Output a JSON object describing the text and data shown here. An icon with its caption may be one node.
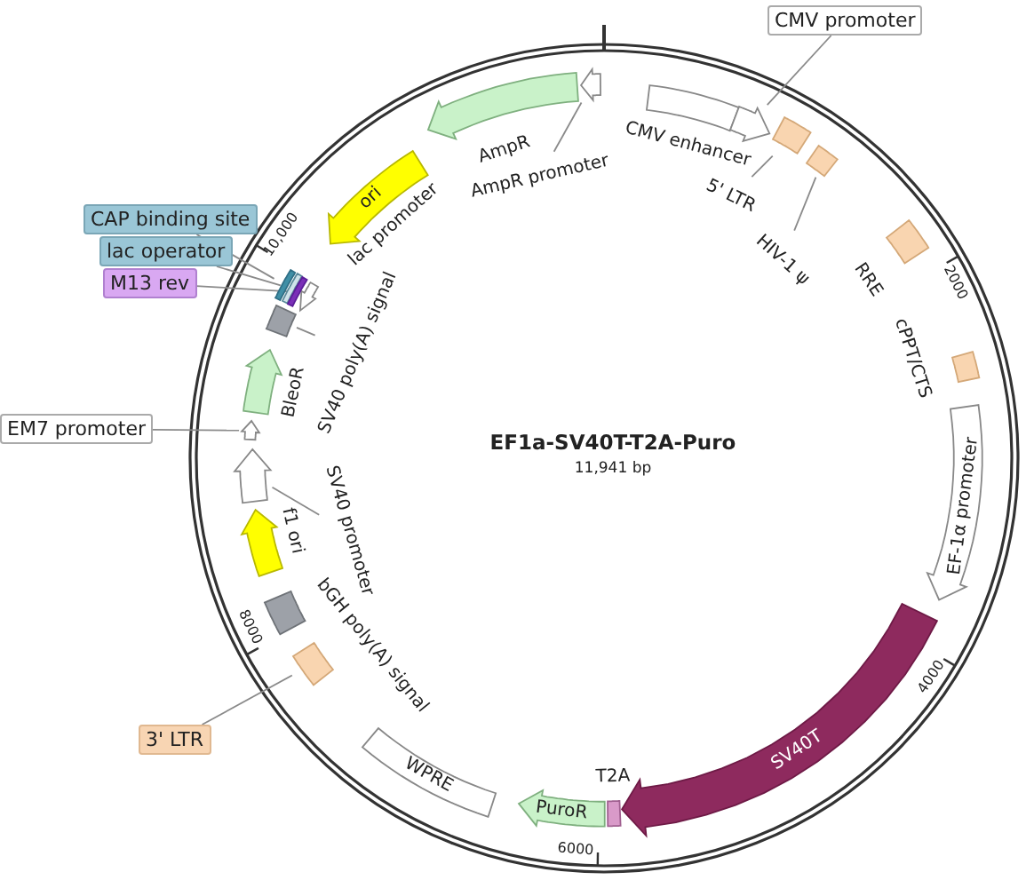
{
  "diagram": {
    "title": "EF1a-SV40T-T2A-Puro",
    "caption": "11,941 bp",
    "nodes": [
      {
        "text": [
          "CMV enhancer"
        ]
      },
      {
        "text": [
          "CMV promoter"
        ]
      },
      {
        "text": [],
        "shape": "arrow"
      },
      {
        "text": [
          "5' LTR"
        ]
      },
      {
        "text": [],
        "shape": "box"
      },
      {
        "text": [
          "HIV-1 ψ"
        ]
      },
      {
        "text": [],
        "shape": "box"
      },
      {
        "text": [
          "RRE"
        ]
      },
      {
        "text": [
          "cPPT/CTS"
        ]
      },
      {
        "text": [
          "EF-1α promoter"
        ]
      },
      {
        "text": [
          "SV40T"
        ]
      },
      {
        "text": [
          "T2A"
        ]
      },
      {
        "text": [
          "PuroR"
        ]
      },
      {
        "text": [
          "WPRE"
        ]
      },
      {
        "text": [
          "bGH poly(A) signal"
        ]
      },
      {
        "text": [
          "3' LTR"
        ]
      },
      {
        "text": [],
        "shape": "box"
      },
      {
        "text": [
          "f1 ori"
        ]
      },
      {
        "text": [
          "SV40 promoter"
        ]
      },
      {
        "text": [],
        "shape": "arrow"
      },
      {
        "text": [
          "EM7 promoter"
        ]
      },
      {
        "text": [],
        "shape": "arrow"
      },
      {
        "text": [
          "BleoR"
        ]
      },
      {
        "text": [
          "SV40 poly(A) signal"
        ]
      },
      {
        "text": [],
        "shape": "box"
      },
      {
        "text": [
          "lac promoter"
        ]
      },
      {
        "text": [
          "CAP binding site"
        ]
      },
      {
        "text": [],
        "shape": "box"
      },
      {
        "text": [
          "lac operator"
        ]
      },
      {
        "text": [],
        "shape": "box"
      },
      {
        "text": [
          "M13 rev"
        ]
      },
      {
        "text": [],
        "shape": "box"
      },
      {
        "text": [
          "ori"
        ]
      },
      {
        "text": [
          "AmpR"
        ]
      },
      {
        "text": [
          "AmpR promoter"
        ]
      },
      {
        "text": [],
        "shape": "arrow"
      }
    ],
    "edges": [
      {
        "from": 1,
        "to": 2,
        "arrow": "none"
      },
      {
        "from": 3,
        "to": 4,
        "arrow": "none"
      },
      {
        "from": 5,
        "to": 6,
        "arrow": "none"
      },
      {
        "from": 15,
        "to": 16,
        "arrow": "none"
      },
      {
        "from": 18,
        "to": 19,
        "arrow": "none"
      },
      {
        "from": 20,
        "to": 21,
        "arrow": "none"
      },
      {
        "from": 23,
        "to": 24,
        "arrow": "none"
      },
      {
        "from": 26,
        "to": 27,
        "arrow": "none"
      },
      {
        "from": 28,
        "to": 29,
        "arrow": "none"
      },
      {
        "from": 30,
        "to": 31,
        "arrow": "none"
      },
      {
        "from": 34,
        "to": 35,
        "arrow": "none"
      }
    ],
    "labels": [
      "2000",
      "4000",
      "6000",
      "8000",
      "10,000"
    ]
  }
}
